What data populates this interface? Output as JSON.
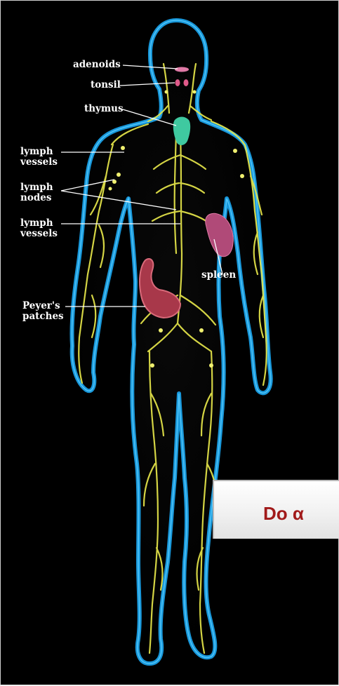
{
  "figure": {
    "background": "#000000",
    "body_outline_color": "#1aa0e6",
    "lymph_color": "#e6e64a",
    "labels": {
      "adenoids": "adenoids",
      "tonsil": "tonsil",
      "thymus": "thymus",
      "lymph_vessels_upper": "lymph\nvessels",
      "lymph_nodes": "lymph\nnodes",
      "lymph_vessels_lower": "lymph\nvessels",
      "spleen": "spleen",
      "peyers_patches": "Peyer's\npatches"
    },
    "organs": [
      "adenoids",
      "tonsil",
      "thymus",
      "spleen",
      "peyers-patches"
    ]
  },
  "callout": {
    "text": "Do α",
    "text_color": "#a11a1a"
  }
}
